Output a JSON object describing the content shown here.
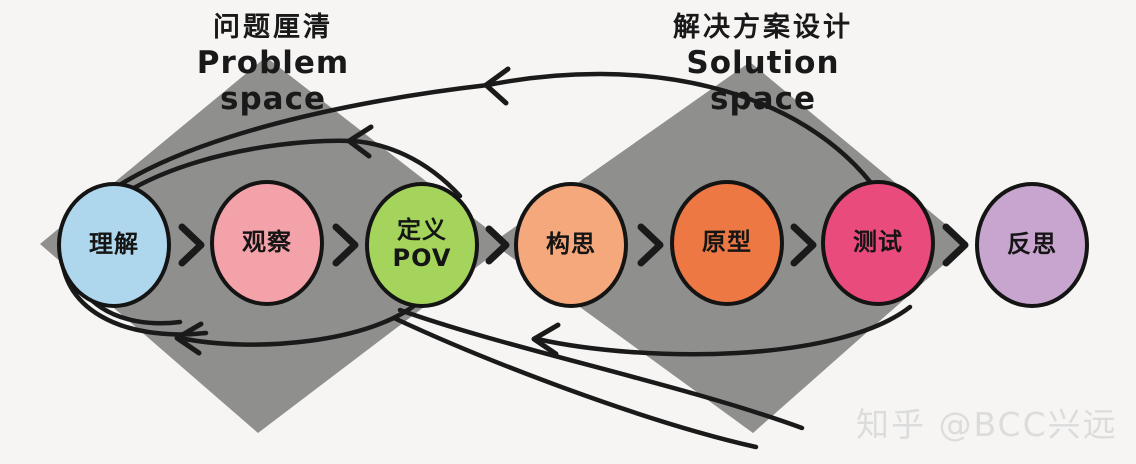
{
  "phases": [
    {
      "title_zh": "问题厘清",
      "title_en": "Problem space"
    },
    {
      "title_zh": "解决方案设计",
      "title_en": "Solution space"
    }
  ],
  "stages": [
    {
      "line1": "理解",
      "line2": "",
      "color": "#aed7ee"
    },
    {
      "line1": "观察",
      "line2": "",
      "color": "#f4a2a9"
    },
    {
      "line1": "定义",
      "line2": "POV",
      "color": "#a4d45c"
    },
    {
      "line1": "构思",
      "line2": "",
      "color": "#f4a87b"
    },
    {
      "line1": "原型",
      "line2": "",
      "color": "#ee7843"
    },
    {
      "line1": "测试",
      "line2": "",
      "color": "#e94b7d"
    },
    {
      "line1": "反思",
      "line2": "",
      "color": "#c7a5ce"
    }
  ],
  "watermark": "知乎 @BCC兴远",
  "colors": {
    "background": "#f6f5f3",
    "diamond": "#8f8f8d",
    "ink": "#1a1a1a",
    "watermark": "#dcdcdc"
  }
}
